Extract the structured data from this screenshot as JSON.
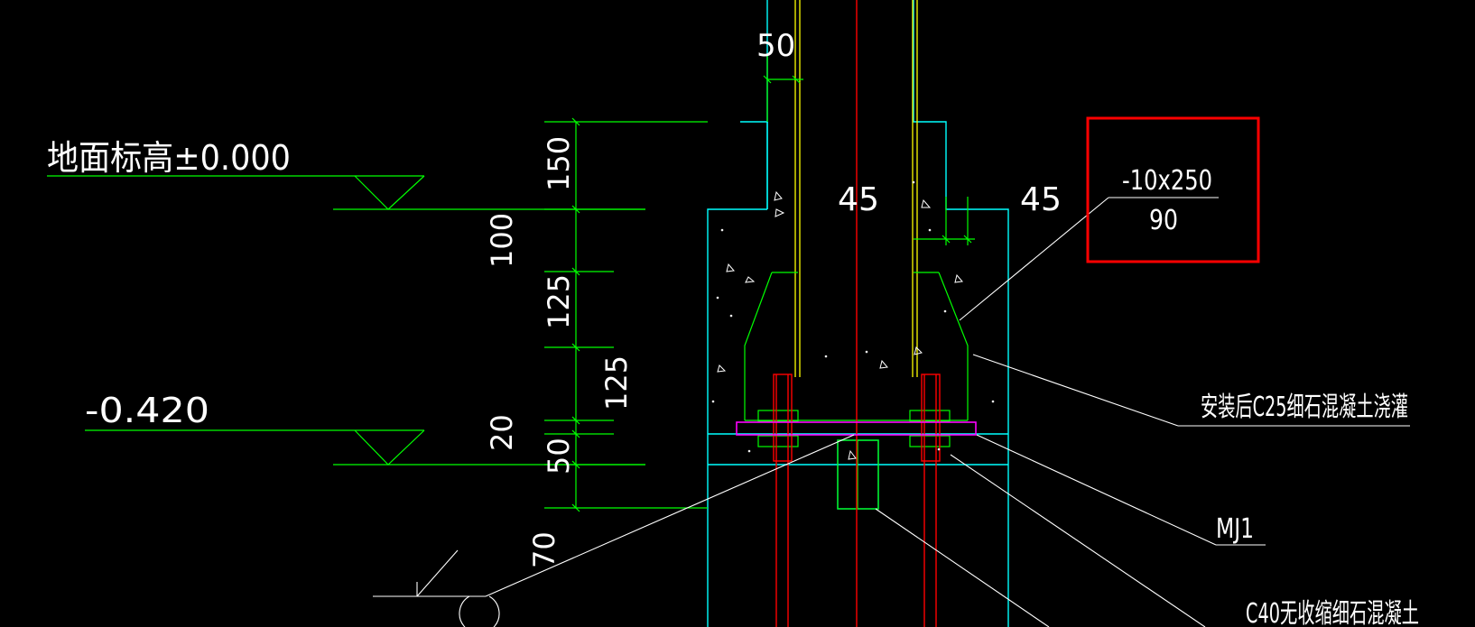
{
  "colors": {
    "background": "#000000",
    "dim": "#00ff00",
    "concrete": "#00ffff",
    "bolt": "#ff0000",
    "plate": "#ff00ff",
    "column": "#ffff00",
    "leader": "#ffffff",
    "highlight": "#ff0000"
  },
  "elevations": {
    "ground": "地面标高±0.000",
    "lower": "-0.420"
  },
  "dimensions": {
    "top_width": "50",
    "d150": "150",
    "d100": "100",
    "d125_a": "125",
    "d125_b": "125",
    "d20": "20",
    "d50": "50",
    "d70": "70",
    "gap_left": "45",
    "gap_right": "45"
  },
  "callout": {
    "plate_spec": "-10x250",
    "plate_sub": "90"
  },
  "notes": {
    "grout": "安装后C25细石混凝土浇灌",
    "embed": "MJ1",
    "nonshrink": "C40无收缩细石混凝土"
  }
}
